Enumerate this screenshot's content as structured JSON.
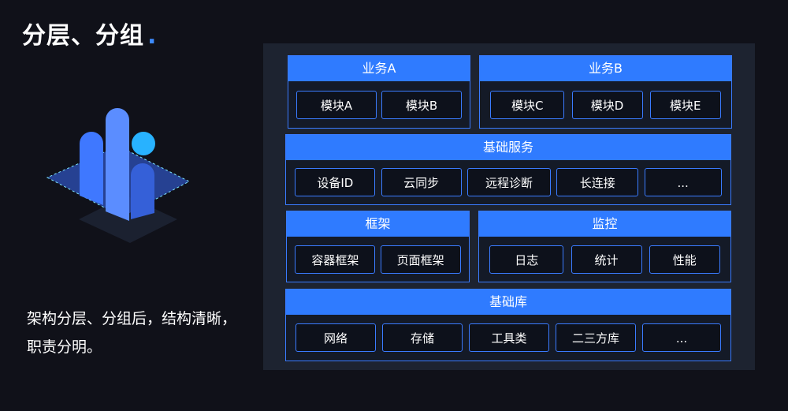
{
  "title": "分层、分组",
  "title_dot": ".",
  "description": "架构分层、分组后，结构清晰，职责分明。",
  "colors": {
    "background": "#101119",
    "accent": "#2f7bff",
    "panel": "#1d2330"
  },
  "layers": {
    "business_a": {
      "title": "业务A",
      "items": [
        "模块A",
        "模块B"
      ]
    },
    "business_b": {
      "title": "业务B",
      "items": [
        "模块C",
        "模块D",
        "模块E"
      ]
    },
    "base_service": {
      "title": "基础服务",
      "items": [
        "设备ID",
        "云同步",
        "远程诊断",
        "长连接",
        "..."
      ]
    },
    "framework": {
      "title": "框架",
      "items": [
        "容器框架",
        "页面框架"
      ]
    },
    "monitor": {
      "title": "监控",
      "items": [
        "日志",
        "统计",
        "性能"
      ]
    },
    "base_lib": {
      "title": "基础库",
      "items": [
        "网络",
        "存储",
        "工具类",
        "二三方库",
        "..."
      ]
    }
  }
}
